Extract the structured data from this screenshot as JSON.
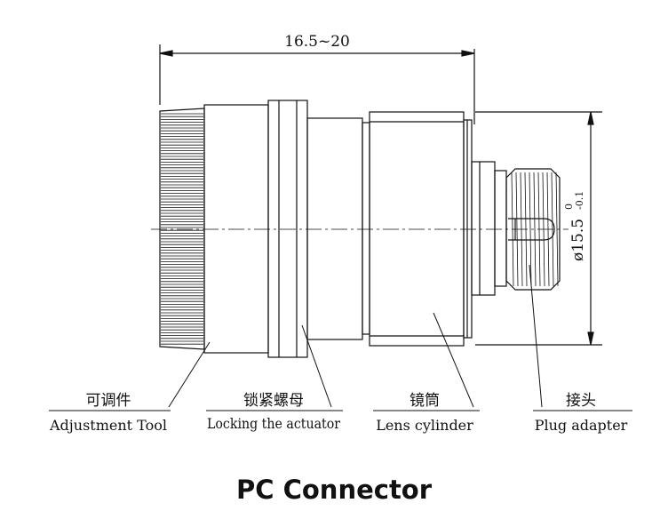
{
  "title": "PC Connector",
  "dimensions": {
    "length": "16.5~20",
    "diameter_main": "ø15.5",
    "diameter_tol_upper": "0",
    "diameter_tol_lower": "-0.1"
  },
  "parts": [
    {
      "id": "adjustment-tool",
      "label_cn": "可调件",
      "label_en": "Adjustment Tool"
    },
    {
      "id": "locking-nut",
      "label_cn": "锁紧螺母",
      "label_en": "Locking the actuator"
    },
    {
      "id": "lens-cylinder",
      "label_cn": "镜筒",
      "label_en": "Lens cylinder"
    },
    {
      "id": "plug-adapter",
      "label_cn": "接头",
      "label_en": "Plug adapter"
    }
  ]
}
